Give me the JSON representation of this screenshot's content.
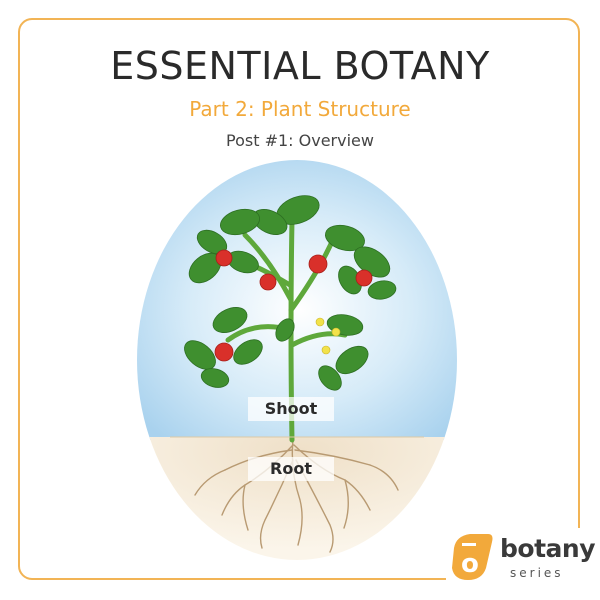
{
  "header": {
    "title": "ESSENTIAL BOTANY",
    "subtitle": "Part 2: Plant Structure",
    "post": "Post #1: Overview"
  },
  "diagram": {
    "shoot_label": "Shoot",
    "root_label": "Root"
  },
  "logo": {
    "word": "botany",
    "series": "series"
  },
  "colors": {
    "accent": "#f2a93b",
    "border": "#f2b455",
    "title": "#2a2a2a"
  }
}
